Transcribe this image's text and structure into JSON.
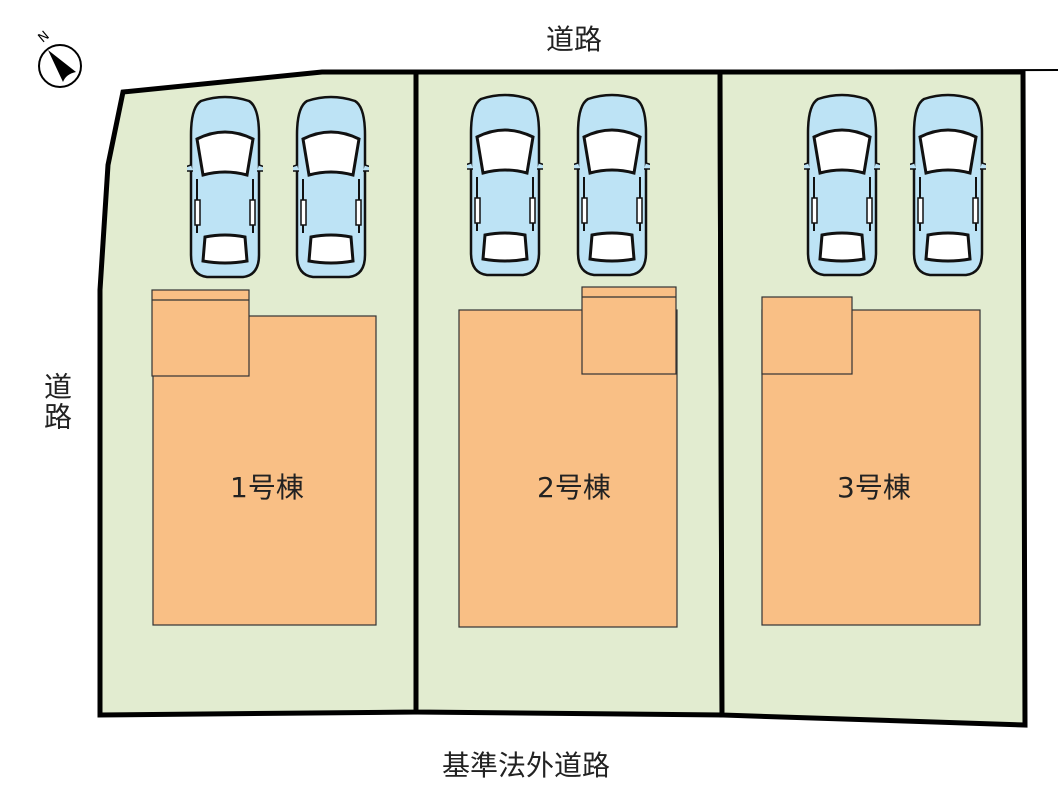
{
  "compass": {
    "label": "N"
  },
  "roads": {
    "north": "道路",
    "west": "道路",
    "south": "基準法外道路"
  },
  "lots": [
    {
      "building": "1号棟",
      "parking_spaces": 2
    },
    {
      "building": "2号棟",
      "parking_spaces": 2
    },
    {
      "building": "3号棟",
      "parking_spaces": 2
    }
  ],
  "colors": {
    "lot": "#e2ecd0",
    "building": "#f9bf85",
    "car": "#bde3f5",
    "border": "#000000"
  }
}
